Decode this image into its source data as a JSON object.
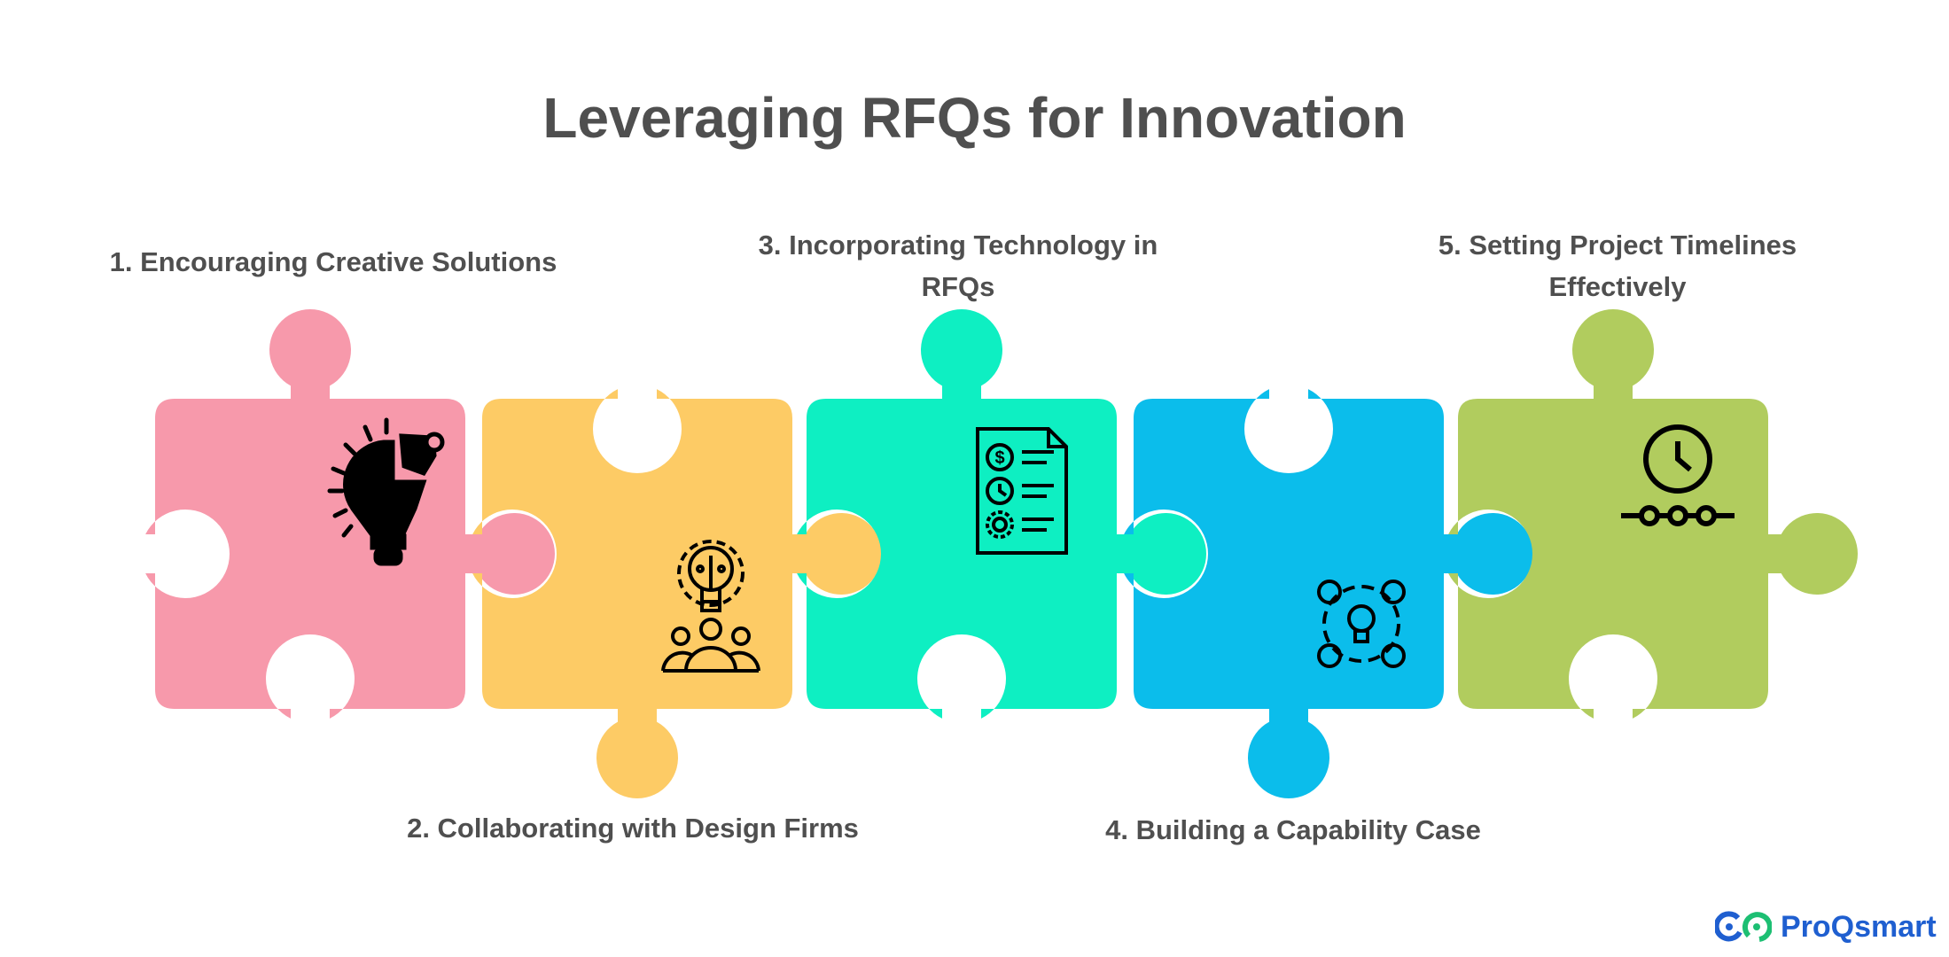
{
  "title": "Leveraging RFQs for Innovation",
  "steps": [
    {
      "label": "1. Encouraging Creative Solutions",
      "icon": "lightbulb-puzzle-icon",
      "color": "#F799AB"
    },
    {
      "label": "2. Collaborating with Design Firms",
      "icon": "gear-bulb-team-icon",
      "color": "#FDCB65"
    },
    {
      "label_line1": "3. Incorporating Technology in",
      "label_line2": "RFQs",
      "icon": "document-checklist-icon",
      "color": "#0EEFC2"
    },
    {
      "label": "4. Building a Capability Case",
      "icon": "network-bulb-icon",
      "color": "#0BBDEB"
    },
    {
      "label_line1": "5. Setting Project Timelines",
      "label_line2": "Effectively",
      "icon": "clock-timeline-icon",
      "color": "#B1CC5E"
    }
  ],
  "brand": {
    "name": "ProQsmart",
    "colors": [
      "#1F5FD0",
      "#1DBF73"
    ]
  }
}
